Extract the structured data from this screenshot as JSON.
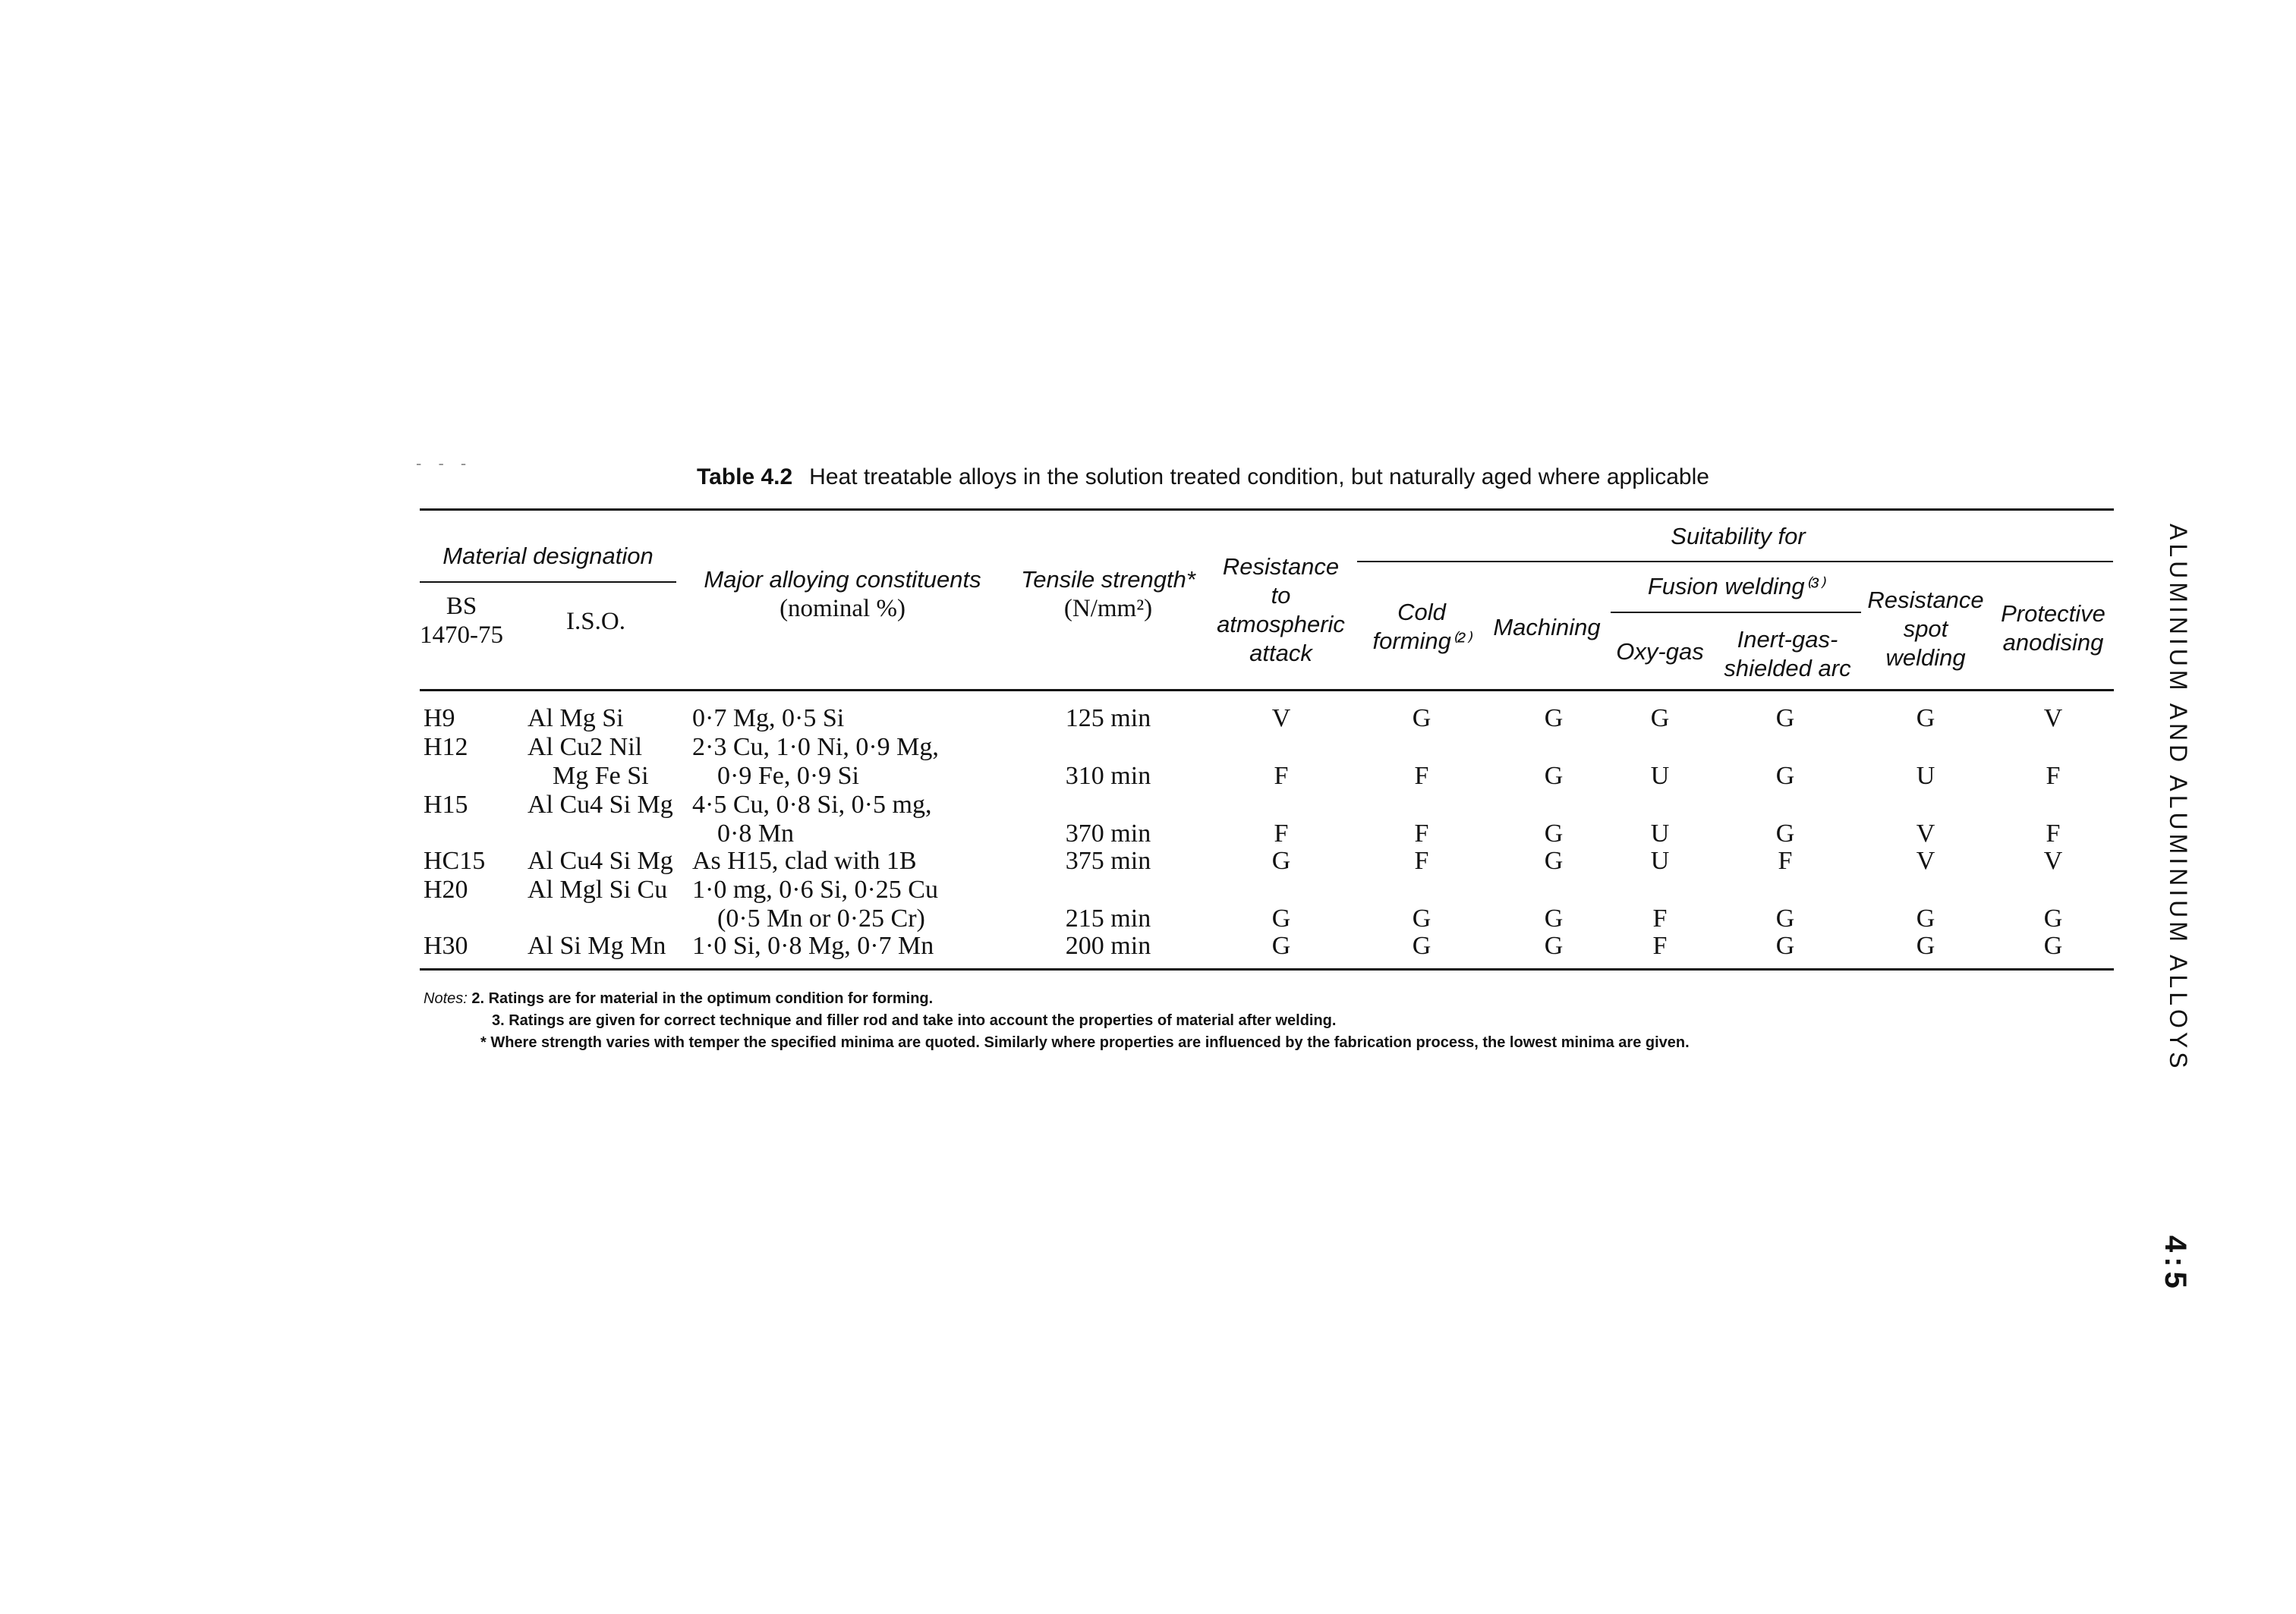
{
  "caption": {
    "number": "Table 4.2",
    "text": "Heat treatable alloys in the solution treated condition, but naturally aged where applicable"
  },
  "headers": {
    "material_designation": "Material designation",
    "bs": [
      "BS",
      "1470-75"
    ],
    "iso": "I.S.O.",
    "major_alloying": [
      "Major alloying constituents",
      "(nominal %)"
    ],
    "tensile": [
      "Tensile strength*",
      "(N/mm²)"
    ],
    "resistance_attack": [
      "Resistance",
      "to",
      "atmospheric",
      "attack"
    ],
    "suitability_for": "Suitability for",
    "cold_forming": [
      "Cold",
      "forming⁽²⁾"
    ],
    "machining": "Machining",
    "fusion_welding": "Fusion welding⁽³⁾",
    "oxy_gas": "Oxy-gas",
    "inert_gas": [
      "Inert-gas-",
      "shielded arc"
    ],
    "resistance_spot": [
      "Resistance",
      "spot",
      "welding"
    ],
    "protective": [
      "Protective",
      "anodising"
    ]
  },
  "rows": [
    {
      "bs": [
        "H9"
      ],
      "iso": [
        "Al Mg Si"
      ],
      "alloying": [
        "0·7 Mg, 0·5 Si"
      ],
      "tensile": "125 min",
      "attack": "V",
      "cold": "G",
      "mach": "G",
      "oxy": "G",
      "inert": "G",
      "spot": "G",
      "anod": "V"
    },
    {
      "bs": [
        "H12"
      ],
      "iso": [
        "Al Cu2 Nil",
        "Mg Fe Si"
      ],
      "alloying": [
        "2·3 Cu, 1·0 Ni, 0·9 Mg,",
        "0·9 Fe, 0·9 Si"
      ],
      "tensile": "310 min",
      "attack": "F",
      "cold": "F",
      "mach": "G",
      "oxy": "U",
      "inert": "G",
      "spot": "U",
      "anod": "F"
    },
    {
      "bs": [
        "H15"
      ],
      "iso": [
        "Al Cu4 Si Mg"
      ],
      "alloying": [
        "4·5 Cu, 0·8 Si, 0·5 mg,",
        "0·8 Mn"
      ],
      "tensile": "370 min",
      "attack": "F",
      "cold": "F",
      "mach": "G",
      "oxy": "U",
      "inert": "G",
      "spot": "V",
      "anod": "F"
    },
    {
      "bs": [
        "HC15"
      ],
      "iso": [
        "Al Cu4 Si Mg"
      ],
      "alloying": [
        "As H15, clad with 1B"
      ],
      "tensile": "375 min",
      "attack": "G",
      "cold": "F",
      "mach": "G",
      "oxy": "U",
      "inert": "F",
      "spot": "V",
      "anod": "V"
    },
    {
      "bs": [
        "H20"
      ],
      "iso": [
        "Al Mgl Si Cu"
      ],
      "alloying": [
        "1·0 mg, 0·6 Si, 0·25 Cu",
        "(0·5 Mn or 0·25 Cr)"
      ],
      "tensile": "215 min",
      "attack": "G",
      "cold": "G",
      "mach": "G",
      "oxy": "F",
      "inert": "G",
      "spot": "G",
      "anod": "G"
    },
    {
      "bs": [
        "H30"
      ],
      "iso": [
        "Al Si Mg Mn"
      ],
      "alloying": [
        "1·0 Si, 0·8 Mg, 0·7 Mn"
      ],
      "tensile": "200 min",
      "attack": "G",
      "cold": "G",
      "mach": "G",
      "oxy": "F",
      "inert": "G",
      "spot": "G",
      "anod": "G"
    }
  ],
  "notes": {
    "label": "Notes:",
    "items": [
      "2. Ratings are for material in the optimum condition for forming.",
      "3. Ratings are given for correct technique and filler rod and take into account the properties of material after welding.",
      "* Where strength varies with temper the specified minima are quoted. Similarly where properties are influenced by the fabrication process, the lowest minima are given."
    ]
  },
  "side_header": "ALUMINIUM AND ALUMINIUM ALLOYS",
  "page_number": "4:5"
}
